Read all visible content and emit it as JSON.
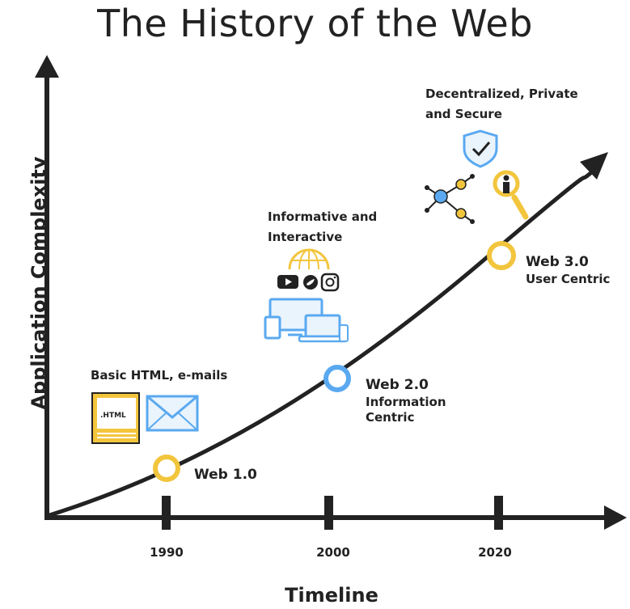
{
  "title": "The History of the Web",
  "axes": {
    "y_label": "Application Complexity",
    "x_label": "Timeline",
    "ticks": [
      "1990",
      "2000",
      "2020"
    ]
  },
  "eras": [
    {
      "name": "Web 1.0",
      "subtitle_lines": [],
      "caption": "Basic HTML, e-mails",
      "color": "#f2c53d"
    },
    {
      "name": "Web 2.0",
      "subtitle_lines": [
        "Information",
        "Centric"
      ],
      "caption_lines": [
        "Informative and",
        "Interactive"
      ],
      "color": "#5aa9f0"
    },
    {
      "name": "Web 3.0",
      "subtitle_lines": [
        "User Centric"
      ],
      "caption_lines": [
        "Decentralized, Private",
        "and Secure"
      ],
      "color": "#f2c53d"
    }
  ],
  "icons": {
    "html_file_label": ".HTML",
    "web1": [
      "html-file-icon",
      "envelope-icon"
    ],
    "web2": [
      "globe-icon",
      "youtube-icon",
      "twitter-icon",
      "instagram-icon",
      "devices-icon"
    ],
    "web3": [
      "shield-check-icon",
      "network-nodes-icon",
      "user-search-icon"
    ]
  },
  "colors": {
    "axis": "#222222",
    "yellow": "#f2c53d",
    "blue": "#5aa9f0"
  }
}
